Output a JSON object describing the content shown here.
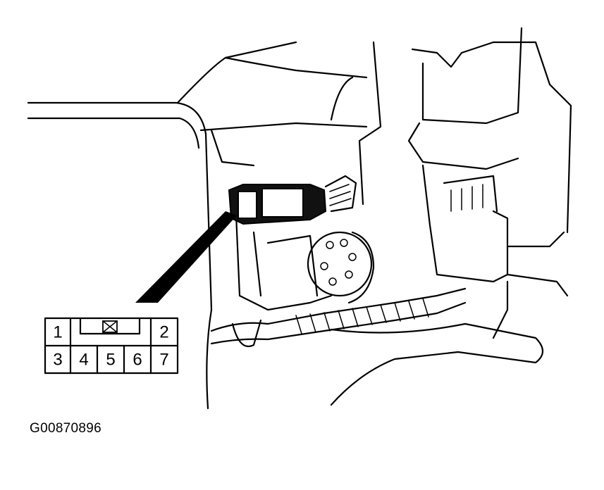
{
  "figure_id": "G00870896",
  "connector": {
    "top_row": [
      "1",
      "2"
    ],
    "bottom_row": [
      "3",
      "4",
      "5",
      "6",
      "7"
    ]
  }
}
